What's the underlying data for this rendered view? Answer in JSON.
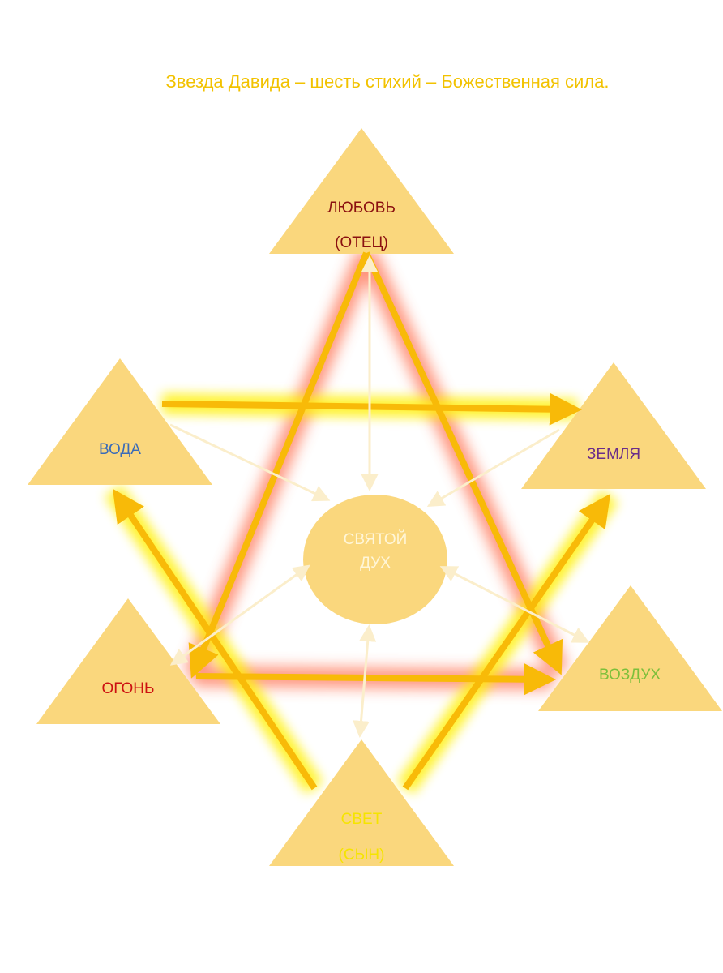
{
  "title": "Звезда Давида – шесть стихий – Божественная сила.",
  "nodes": {
    "love": {
      "line1": "ЛЮБОВЬ",
      "line2": "(ОТЕЦ)",
      "color": "#8b1010"
    },
    "water": {
      "line1": "ВОДА",
      "color": "#3a6bb8"
    },
    "earth": {
      "line1": "ЗЕМЛЯ",
      "color": "#6a2d8a"
    },
    "fire": {
      "line1": "ОГОНЬ",
      "color": "#cc1111"
    },
    "air": {
      "line1": "ВОЗДУХ",
      "color": "#7cbf3a"
    },
    "light": {
      "line1": "СВЕТ",
      "line2": "(СЫН)",
      "color": "#f5e400"
    },
    "spirit": {
      "line1": "СВЯТОЙ",
      "line2": "ДУХ",
      "color": "#fff6d8"
    }
  },
  "colors": {
    "triangle_fill": "#fad77d",
    "arrow": "#f8ba08",
    "glow_red": "#ff6a4a",
    "glow_yellow": "#fff000",
    "thin_arrow": "#fbeecb"
  }
}
